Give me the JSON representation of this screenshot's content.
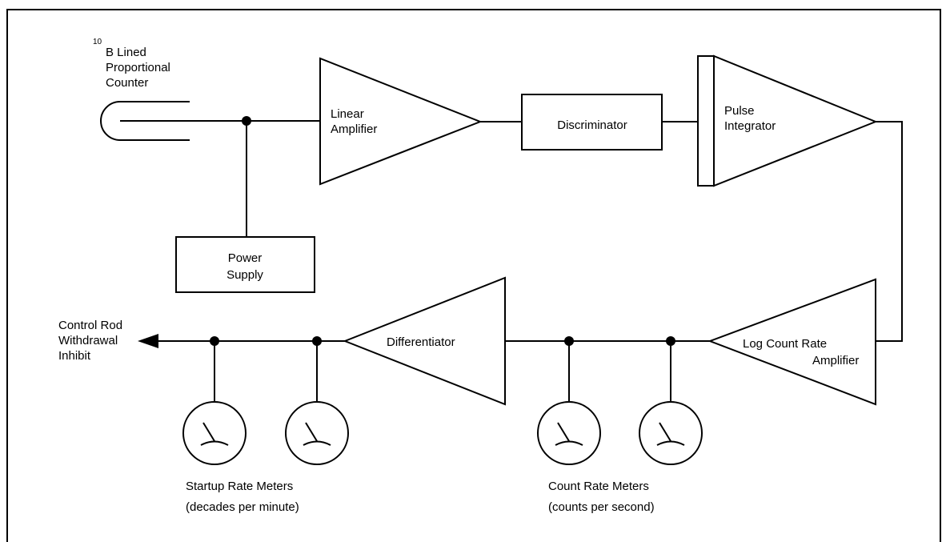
{
  "detector": {
    "superscript": "10",
    "line1": "B Lined",
    "line2": "Proportional",
    "line3": "Counter"
  },
  "blocks": {
    "linear_amplifier": {
      "line1": "Linear",
      "line2": "Amplifier"
    },
    "discriminator": {
      "label": "Discriminator"
    },
    "pulse_integrator": {
      "line1": "Pulse",
      "line2": "Integrator"
    },
    "power_supply": {
      "line1": "Power",
      "line2": "Supply"
    },
    "log_amplifier": {
      "line1": "Log Count Rate",
      "line2": "Amplifier"
    },
    "differentiator": {
      "label": "Differentiator"
    }
  },
  "output": {
    "line1": "Control Rod",
    "line2": "Withdrawal",
    "line3": "Inhibit"
  },
  "meter_groups": {
    "startup": {
      "line1": "Startup Rate Meters",
      "line2": "(decades per minute)"
    },
    "count_rate": {
      "line1": "Count Rate Meters",
      "line2": "(counts per second)"
    }
  }
}
